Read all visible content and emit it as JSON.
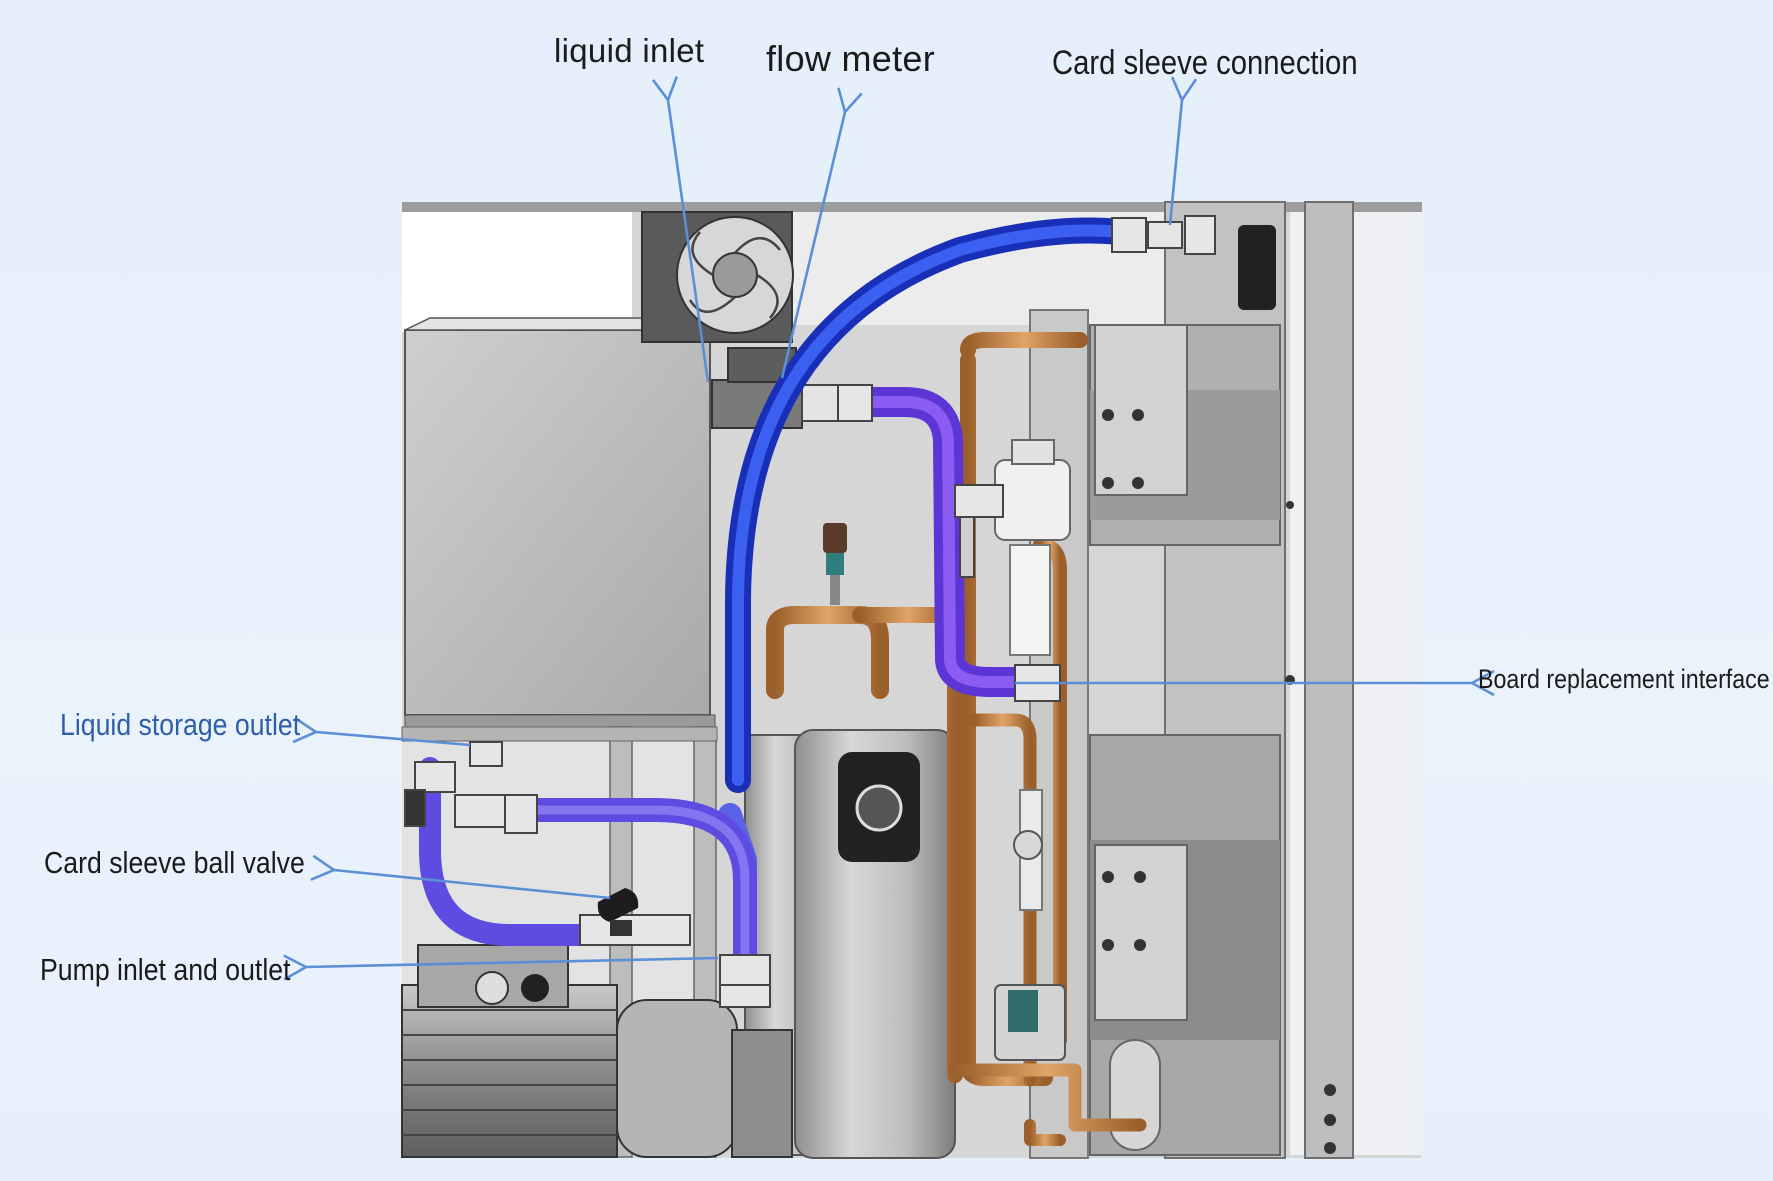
{
  "labels": {
    "liquid_inlet": "liquid inlet",
    "flow_meter": "flow meter",
    "card_sleeve_connection": "Card sleeve connection",
    "board_replacement_interface": "Board replacement interface",
    "liquid_storage_outlet": "Liquid storage outlet",
    "card_sleeve_ball_valve": "Card sleeve ball valve",
    "pump_inlet_and_outlet": "Pump inlet and outlet"
  },
  "colors": {
    "background": "#e6f0fb",
    "arrow": "#5b8fd6",
    "blue_hose": "#1f3fd0",
    "purple_hose": "#6b3fe0",
    "copper_pipe": "#c98a4a",
    "frame_grey": "#b8b8b8",
    "label_blue": "#2f5fa8"
  },
  "icons": [
    "fan-icon",
    "pressure-sensor-icon",
    "valve-handle-icon"
  ]
}
